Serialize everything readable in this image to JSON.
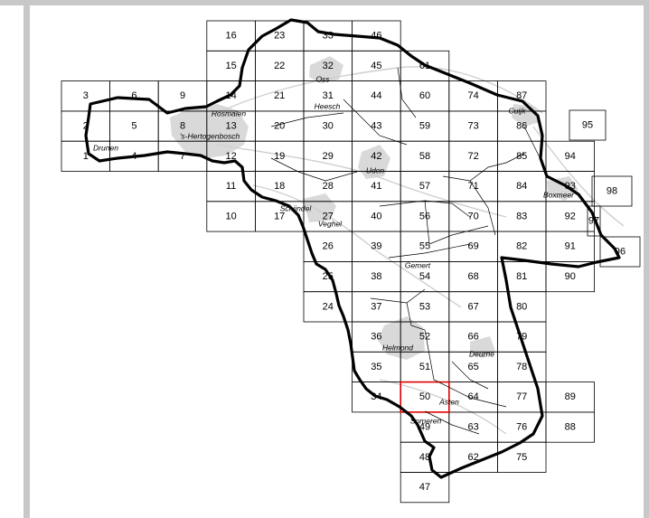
{
  "colors": {
    "highlight": "#e00000",
    "grid": "#000000",
    "urban": "#d9d9d9",
    "frame": "#c8c8c8"
  },
  "highlighted_cell": "50",
  "grid_labels": [
    "1",
    "2",
    "3",
    "4",
    "5",
    "6",
    "7",
    "8",
    "9",
    "10",
    "11",
    "12",
    "13",
    "14",
    "15",
    "16",
    "17",
    "18",
    "19",
    "20",
    "21",
    "22",
    "23",
    "24",
    "25",
    "26",
    "27",
    "28",
    "29",
    "30",
    "31",
    "32",
    "33",
    "34",
    "35",
    "36",
    "37",
    "38",
    "39",
    "40",
    "41",
    "42",
    "43",
    "44",
    "45",
    "46",
    "47",
    "48",
    "49",
    "50",
    "51",
    "52",
    "53",
    "54",
    "55",
    "56",
    "57",
    "58",
    "59",
    "60",
    "61",
    "62",
    "63",
    "64",
    "65",
    "66",
    "67",
    "68",
    "69",
    "70",
    "71",
    "72",
    "73",
    "74",
    "75",
    "76",
    "77",
    "78",
    "79",
    "80",
    "81",
    "82",
    "83",
    "84",
    "85",
    "86",
    "87",
    "88",
    "89",
    "90",
    "91",
    "92",
    "93",
    "94",
    "95",
    "96",
    "97",
    "98"
  ],
  "places": [
    "Drunen",
    "Rosmalen",
    "'s-Hertogenbosch",
    "Oss",
    "Heesch",
    "Cuijk",
    "Boxmeer",
    "Uden",
    "Schijndel",
    "Veghel",
    "Gemert",
    "Helmond",
    "Deurne",
    "Asten",
    "Someren"
  ]
}
